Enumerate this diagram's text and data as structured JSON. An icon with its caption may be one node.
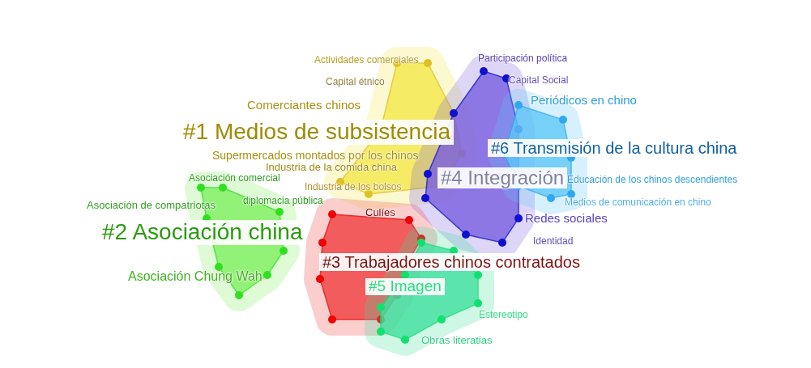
{
  "diagram": {
    "labels": [
      "Actividades comerciales",
      "Participación política",
      "Capital Social",
      "Capital étnico",
      "Periódicos en chino",
      "Comerciantes chinos",
      "#1 Medios de subsistencia",
      "#6 Transmisión de la cultura china",
      "Supermercados montados por los chinos",
      "Industria de la comida china",
      "#4 Integración",
      "Asociación comercial",
      "Educación de los chinos descendientes",
      "Industria de los bolsos",
      "diplomacia pública",
      "Asociación de compatriotas",
      "Medios de comunicación en chino",
      "Culíes",
      "Redes sociales",
      "#2 Asociación china",
      "Identidad",
      "#3 Trabajadores chinos contratados",
      "Asociación Chung Wah",
      "#5 Imagen",
      "Estereotipo",
      "Obras literatias"
    ]
  }
}
